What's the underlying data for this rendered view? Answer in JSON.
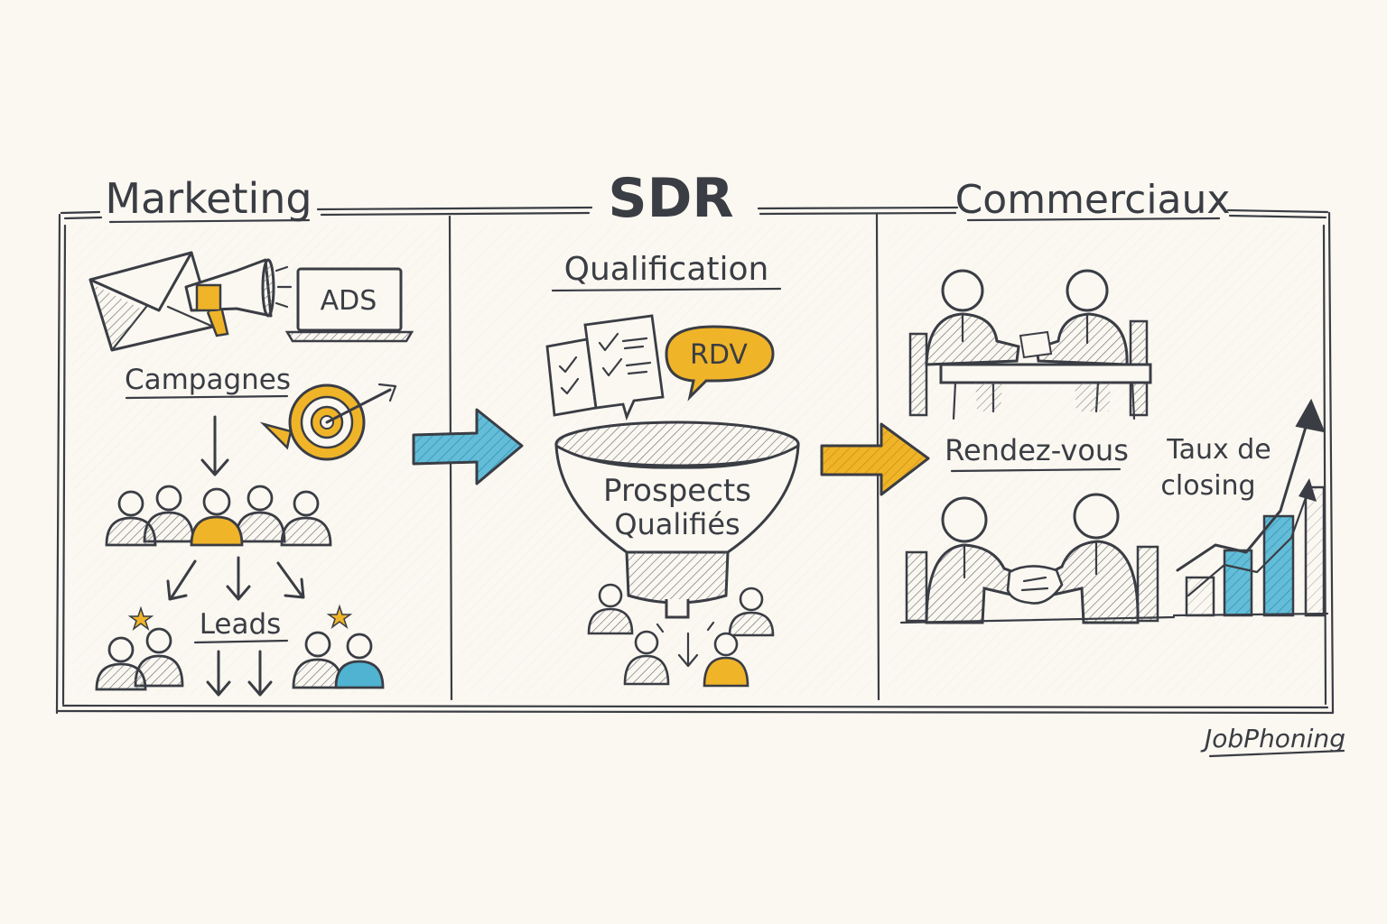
{
  "diagram": {
    "columns": [
      {
        "id": "marketing",
        "title": "Marketing"
      },
      {
        "id": "sdr",
        "title": "SDR"
      },
      {
        "id": "commerciaux",
        "title": "Commerciaux"
      }
    ],
    "marketing": {
      "ads_label": "ADS",
      "campaigns_label": "Campagnes",
      "leads_label": "Leads"
    },
    "sdr": {
      "qualification_label": "Qualification",
      "rdv_label": "RDV",
      "funnel_line1": "Prospects",
      "funnel_line2": "Qualifiés"
    },
    "commerciaux": {
      "meetings_label": "Rendez-vous",
      "closing_line1": "Taux de",
      "closing_line2": "closing"
    },
    "brand": "JobPhoning",
    "colors": {
      "ink": "#3a3d44",
      "paper": "#fbf8f1",
      "accent_yellow": "#f0b429",
      "accent_blue": "#4fb3d1"
    }
  }
}
